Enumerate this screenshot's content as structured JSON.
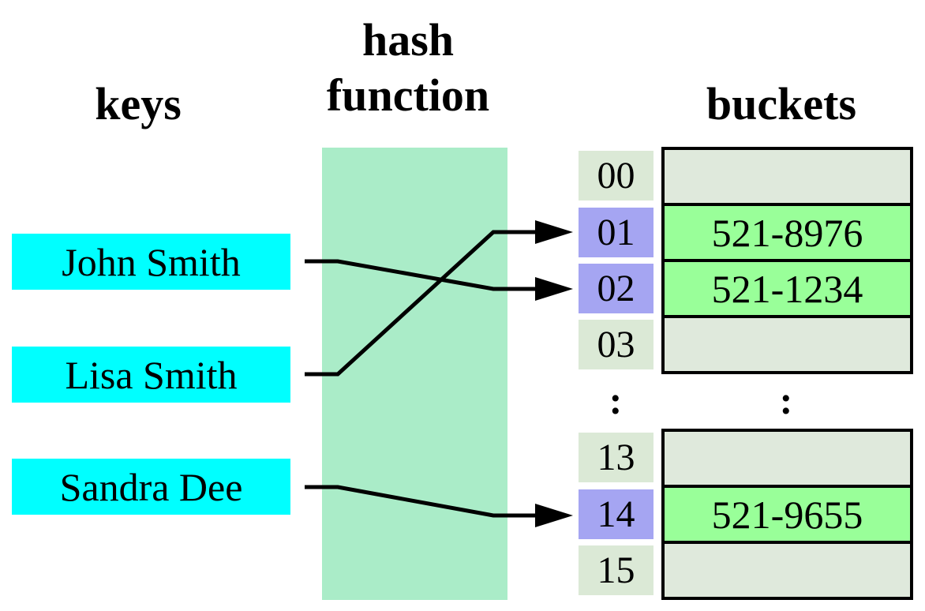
{
  "titles": {
    "keys": "keys",
    "hash_line1": "hash",
    "hash_line2": "function",
    "buckets": "buckets"
  },
  "keys": [
    {
      "label": "John Smith"
    },
    {
      "label": "Lisa Smith"
    },
    {
      "label": "Sandra Dee"
    }
  ],
  "index_cells": [
    {
      "label": "00",
      "highlighted": false
    },
    {
      "label": "01",
      "highlighted": true
    },
    {
      "label": "02",
      "highlighted": true
    },
    {
      "label": "03",
      "highlighted": false
    },
    {
      "label": "13",
      "highlighted": false
    },
    {
      "label": "14",
      "highlighted": true
    },
    {
      "label": "15",
      "highlighted": false
    }
  ],
  "ellipsis": {
    "index_column": ":",
    "bucket_column": ":"
  },
  "bucket_rows": [
    {
      "index": "00",
      "value": ""
    },
    {
      "index": "01",
      "value": "521-8976"
    },
    {
      "index": "02",
      "value": "521-1234"
    },
    {
      "index": "03",
      "value": ""
    },
    {
      "index": "13",
      "value": ""
    },
    {
      "index": "14",
      "value": "521-9655"
    },
    {
      "index": "15",
      "value": ""
    }
  ],
  "arrows": [
    {
      "from_key": "John Smith",
      "to_index": "02"
    },
    {
      "from_key": "Lisa Smith",
      "to_index": "01"
    },
    {
      "from_key": "Sandra Dee",
      "to_index": "14"
    }
  ],
  "palette": {
    "key_box": "#00ffff",
    "hash_function_box": "#aaecc8",
    "index_cell": "#dbe9d6",
    "index_cell_highlight": "#a5a5f2",
    "bucket_empty": "#dfe9dc",
    "bucket_filled": "#99ff99",
    "line": "#000000",
    "background": "#ffffff"
  }
}
